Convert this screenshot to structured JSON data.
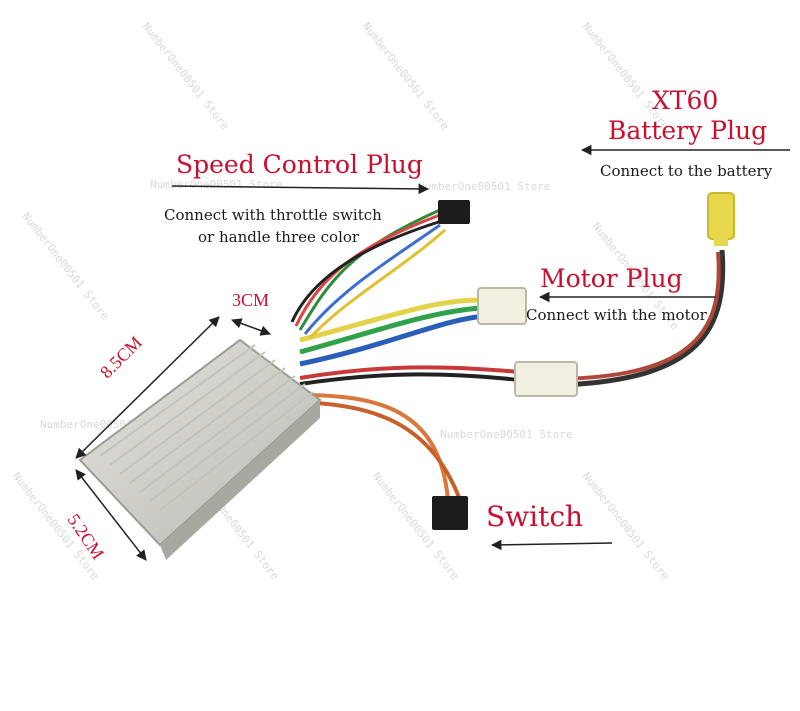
{
  "labels": {
    "xt60_title": "XT60",
    "battery_plug": "Battery Plug",
    "battery_desc": "Connect to the battery",
    "speed_control_plug": "Speed Control Plug",
    "speed_control_desc_line1": "Connect with throttle switch",
    "speed_control_desc_line2": "or handle three color",
    "motor_plug": "Motor Plug",
    "motor_desc": "Connect with the motor",
    "switch": "Switch"
  },
  "dimensions": {
    "length": "8.5CM",
    "width": "5.2CM",
    "height": "3CM"
  },
  "watermark": "NumberOne00501 Store",
  "colors": {
    "label_red": "#c8102e",
    "text_black": "#1a1a1a",
    "controller_body": "#cfd0c8",
    "xt60_yellow": "#e6d84a"
  }
}
